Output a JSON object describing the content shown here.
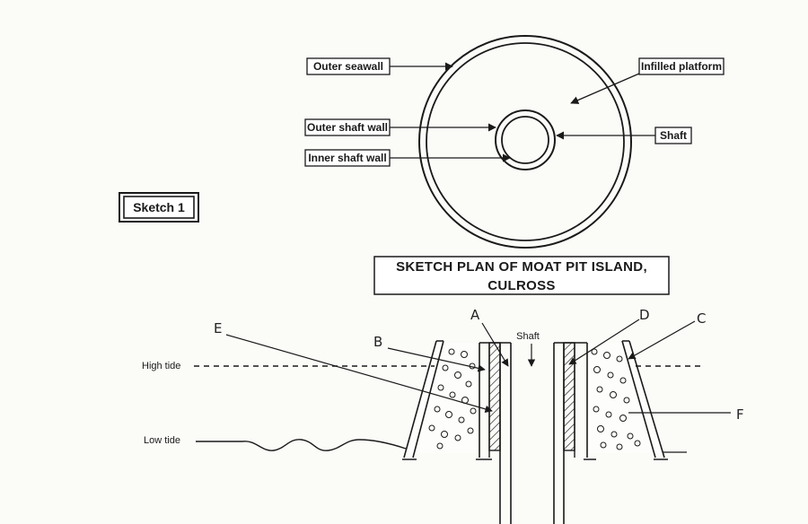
{
  "plan": {
    "labels": {
      "outer_seawall": "Outer seawall",
      "infilled_platform": "Infilled platform",
      "outer_shaft_wall": "Outer shaft wall",
      "shaft": "Shaft",
      "inner_shaft_wall": "Inner shaft wall"
    }
  },
  "sketch_badge": "Sketch 1",
  "title": {
    "line1": "SKETCH PLAN OF MOAT PIT ISLAND,",
    "line2": "CULROSS"
  },
  "section": {
    "shaft_label": "Shaft",
    "high_tide": "High tide",
    "low_tide": "Low tide",
    "letters": {
      "a": "A",
      "b": "B",
      "c": "C",
      "d": "D",
      "e": "E",
      "f": "F"
    }
  },
  "colors": {
    "ink": "#1a1a1a",
    "paper": "#fbfbf8"
  }
}
